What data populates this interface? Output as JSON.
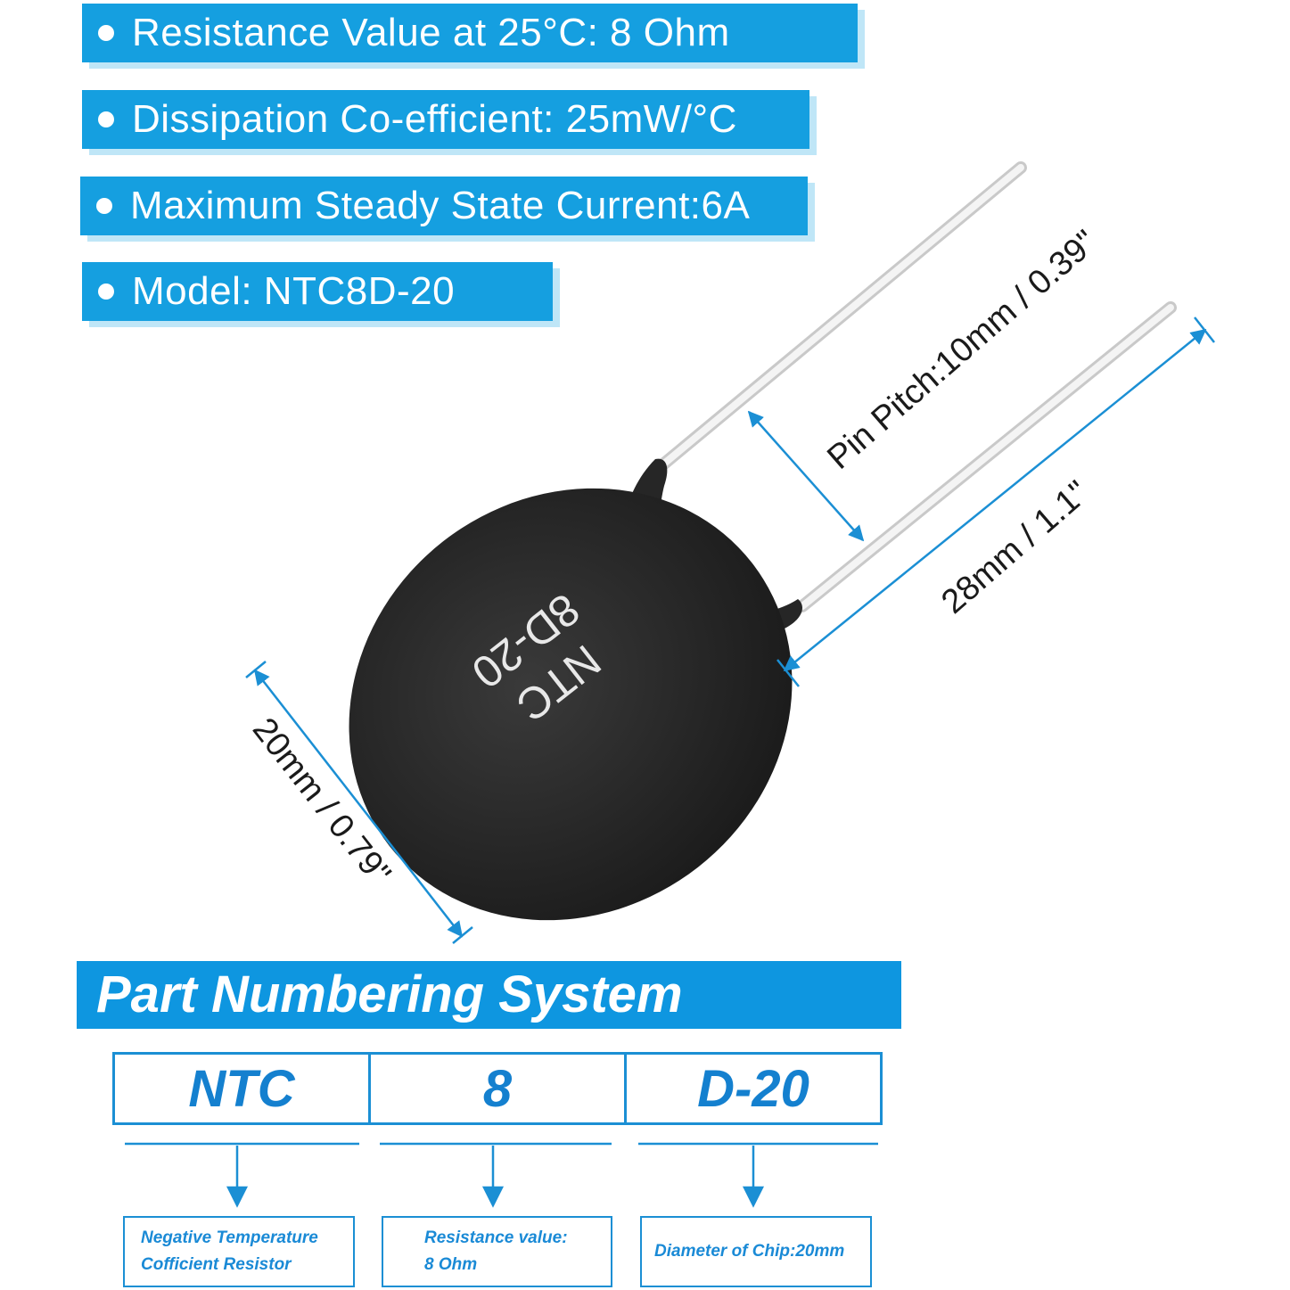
{
  "specs": [
    "Resistance Value at 25°C: 8 Ohm",
    "Dissipation Co-efficient: 25mW/°C",
    "Maximum Steady State Current:6A",
    "Model: NTC8D-20"
  ],
  "component_marking": {
    "line1": "NTC",
    "line2": "8D-20"
  },
  "dimensions": {
    "pin_pitch": "Pin Pitch:10mm / 0.39\"",
    "lead_length": "28mm / 1.1\"",
    "diameter": "20mm / 0.79\""
  },
  "part_numbering": {
    "title": "Part Numbering System",
    "codes": [
      "NTC",
      "8",
      "D-20"
    ],
    "descriptions": [
      {
        "line1": "Negative Temperature",
        "line2": "Cofficient Resistor"
      },
      {
        "line1": "Resistance value:",
        "line2": "8 Ohm"
      },
      {
        "line1": "Diameter of Chip:20mm",
        "line2": ""
      }
    ]
  },
  "colors": {
    "accent": "#159fe0",
    "dimension_line": "#1b8fd4",
    "body": "#2a2a2a"
  }
}
